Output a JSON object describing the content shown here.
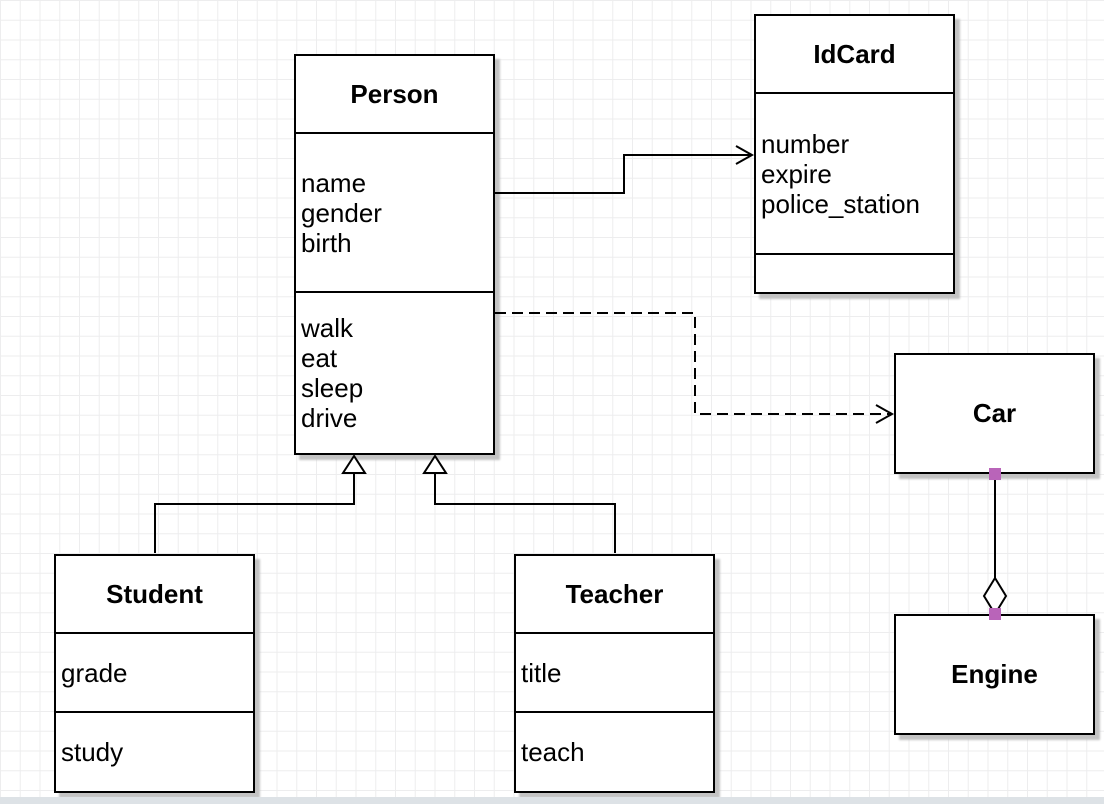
{
  "diagram": {
    "classes": {
      "person": {
        "name": "Person",
        "attributes": [
          "name",
          "gender",
          "birth"
        ],
        "methods": [
          "walk",
          "eat",
          "sleep",
          "drive"
        ]
      },
      "idcard": {
        "name": "IdCard",
        "attributes": [
          "number",
          "expire",
          "police_station"
        ],
        "methods": []
      },
      "student": {
        "name": "Student",
        "attributes": [
          "grade"
        ],
        "methods": [
          "study"
        ]
      },
      "teacher": {
        "name": "Teacher",
        "attributes": [
          "title"
        ],
        "methods": [
          "teach"
        ]
      },
      "car": {
        "name": "Car"
      },
      "engine": {
        "name": "Engine"
      }
    },
    "relationships": [
      {
        "type": "association",
        "from": "Person",
        "to": "IdCard",
        "line": "solid",
        "arrow": "open"
      },
      {
        "type": "dependency",
        "from": "Person",
        "to": "Car",
        "line": "dashed",
        "arrow": "open"
      },
      {
        "type": "generalization",
        "from": "Student",
        "to": "Person",
        "line": "solid",
        "arrow": "hollow-triangle"
      },
      {
        "type": "generalization",
        "from": "Teacher",
        "to": "Person",
        "line": "solid",
        "arrow": "hollow-triangle"
      },
      {
        "type": "aggregation",
        "from": "Car",
        "to": "Engine",
        "line": "solid",
        "arrow": "hollow-diamond"
      }
    ],
    "colors": {
      "shape_border": "#000000",
      "shape_fill": "#ffffff",
      "connection_point": "#b964b9",
      "grid_line": "#ededee",
      "canvas": "#ffffff",
      "shadow": "#c3c3c3",
      "bottom_strip": "#dde2e6"
    }
  }
}
